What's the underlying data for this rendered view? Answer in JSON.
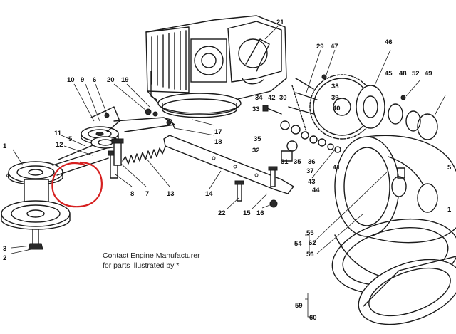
{
  "diagram": {
    "note_line1": "Contact Engine Manufacturer",
    "note_line2": "for parts illustrated by *",
    "marker_color": "#d62020",
    "highlighted_part": "5",
    "labels": [
      {
        "id": "p1",
        "text": "1"
      },
      {
        "id": "p2",
        "text": "2"
      },
      {
        "id": "p3",
        "text": "3"
      },
      {
        "id": "p4",
        "text": "4"
      },
      {
        "id": "p5",
        "text": "5"
      },
      {
        "id": "p6",
        "text": "6"
      },
      {
        "id": "p7",
        "text": "7"
      },
      {
        "id": "p8",
        "text": "8"
      },
      {
        "id": "p9",
        "text": "9"
      },
      {
        "id": "p10",
        "text": "10"
      },
      {
        "id": "p11",
        "text": "11"
      },
      {
        "id": "p12",
        "text": "12"
      },
      {
        "id": "p13",
        "text": "13"
      },
      {
        "id": "p14",
        "text": "14"
      },
      {
        "id": "p15",
        "text": "15"
      },
      {
        "id": "p16",
        "text": "16"
      },
      {
        "id": "p17",
        "text": "17"
      },
      {
        "id": "p18",
        "text": "18"
      },
      {
        "id": "p19",
        "text": "19"
      },
      {
        "id": "p20",
        "text": "20"
      },
      {
        "id": "p21",
        "text": "21"
      },
      {
        "id": "p22",
        "text": "22"
      },
      {
        "id": "p29",
        "text": "29"
      },
      {
        "id": "p30",
        "text": "30"
      },
      {
        "id": "p31",
        "text": "31"
      },
      {
        "id": "p32",
        "text": "32"
      },
      {
        "id": "p33",
        "text": "33"
      },
      {
        "id": "p34",
        "text": "34"
      },
      {
        "id": "p35a",
        "text": "35"
      },
      {
        "id": "p35b",
        "text": "35"
      },
      {
        "id": "p36",
        "text": "36"
      },
      {
        "id": "p37",
        "text": "37"
      },
      {
        "id": "p38",
        "text": "38"
      },
      {
        "id": "p39",
        "text": "39"
      },
      {
        "id": "p40",
        "text": "40"
      },
      {
        "id": "p41",
        "text": "41"
      },
      {
        "id": "p42",
        "text": "42"
      },
      {
        "id": "p43",
        "text": "43"
      },
      {
        "id": "p44",
        "text": "44"
      },
      {
        "id": "p45",
        "text": "45"
      },
      {
        "id": "p46",
        "text": "46"
      },
      {
        "id": "p47",
        "text": "47"
      },
      {
        "id": "p48",
        "text": "48"
      },
      {
        "id": "p49",
        "text": "49"
      },
      {
        "id": "p52",
        "text": "52"
      },
      {
        "id": "p54",
        "text": "54"
      },
      {
        "id": "p55",
        "text": "55"
      },
      {
        "id": "p56",
        "text": "56"
      },
      {
        "id": "p59",
        "text": "59"
      },
      {
        "id": "p60",
        "text": "60"
      },
      {
        "id": "p62",
        "text": "62"
      },
      {
        "id": "p5r",
        "text": "5"
      },
      {
        "id": "p1r",
        "text": "1"
      }
    ]
  }
}
